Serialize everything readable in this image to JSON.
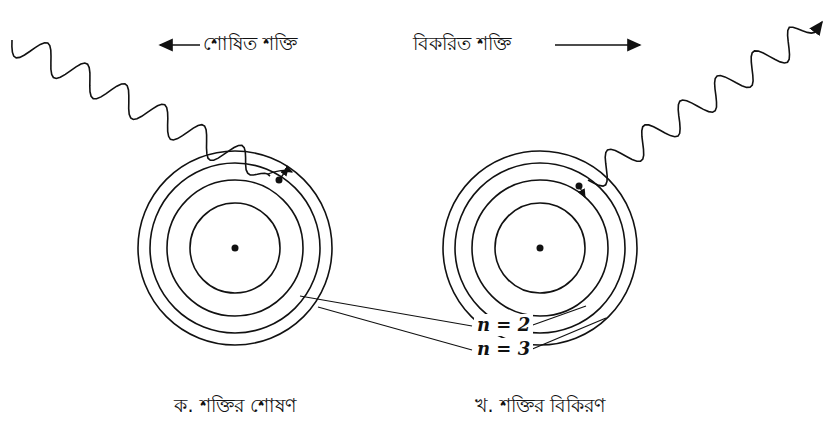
{
  "diagram": {
    "labels": [
      "শোষিত শক্তি",
      "বিকরিত শক্তি",
      "n = 2",
      "n = 3",
      "ক. শক্তির শোষণ",
      "খ. শক্তির বিকিরণ"
    ]
  }
}
